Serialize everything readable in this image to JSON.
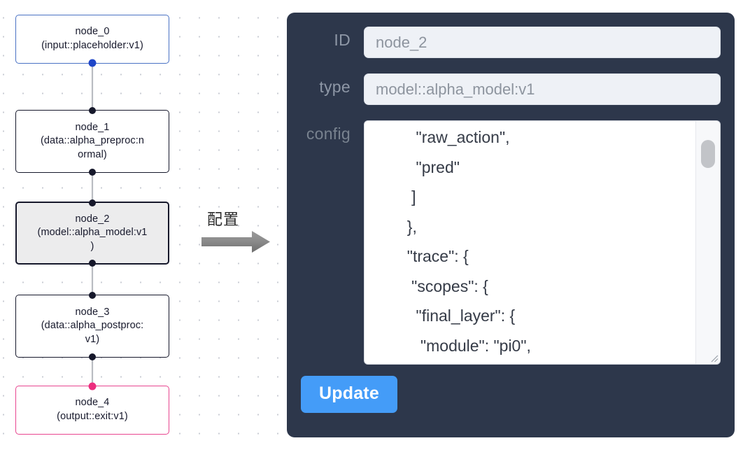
{
  "graph": {
    "name": "node-graph-canvas",
    "nodes": [
      {
        "id": "node_0",
        "label": "node_0\n(input::placeholder:v1)",
        "kind": "input",
        "selected": false
      },
      {
        "id": "node_1",
        "label": "node_1\n(data::alpha_preproc:n\normal)",
        "kind": "default",
        "selected": false
      },
      {
        "id": "node_2",
        "label": "node_2\n(model::alpha_model:v1\n)",
        "kind": "default",
        "selected": true
      },
      {
        "id": "node_3",
        "label": "node_3\n(data::alpha_postproc:\nv1)",
        "kind": "default",
        "selected": false
      },
      {
        "id": "node_4",
        "label": "node_4\n(output::exit:v1)",
        "kind": "output",
        "selected": false
      }
    ],
    "edges": [
      {
        "from": "node_0",
        "to": "node_1"
      },
      {
        "from": "node_1",
        "to": "node_2"
      },
      {
        "from": "node_2",
        "to": "node_3"
      },
      {
        "from": "node_3",
        "to": "node_4"
      }
    ]
  },
  "annotation": {
    "text": "配置",
    "arrow_icon": "right-arrow-icon",
    "color": "#808080"
  },
  "panel": {
    "background_color": "#2d374b",
    "fields": {
      "id": {
        "label": "ID",
        "value": "node_2",
        "placeholder": "node_2"
      },
      "type": {
        "label": "type",
        "value": "model::alpha_model:v1",
        "placeholder": "model::alpha_model:v1"
      },
      "config": {
        "label": "config",
        "value": "    \"raw_action\",\n    \"pred\"\n   ]\n  },\n  \"trace\": {\n   \"scopes\": {\n    \"final_layer\": {\n     \"module\": \"pi0\",\n     \"mark_scope\": false\n    },\n    \"action_model\": {"
      }
    },
    "update_button": {
      "label": "Update",
      "color": "#449cf8"
    }
  },
  "colors": {
    "node_border": "#16182b",
    "input_border": "#4a72c4",
    "output_border": "#e8458f",
    "selected_fill": "#ececed",
    "handle": "#16182b",
    "handle_blue": "#1f46c8",
    "handle_pink": "#ec2d7e",
    "canvas_dot": "#c9ccd4"
  }
}
